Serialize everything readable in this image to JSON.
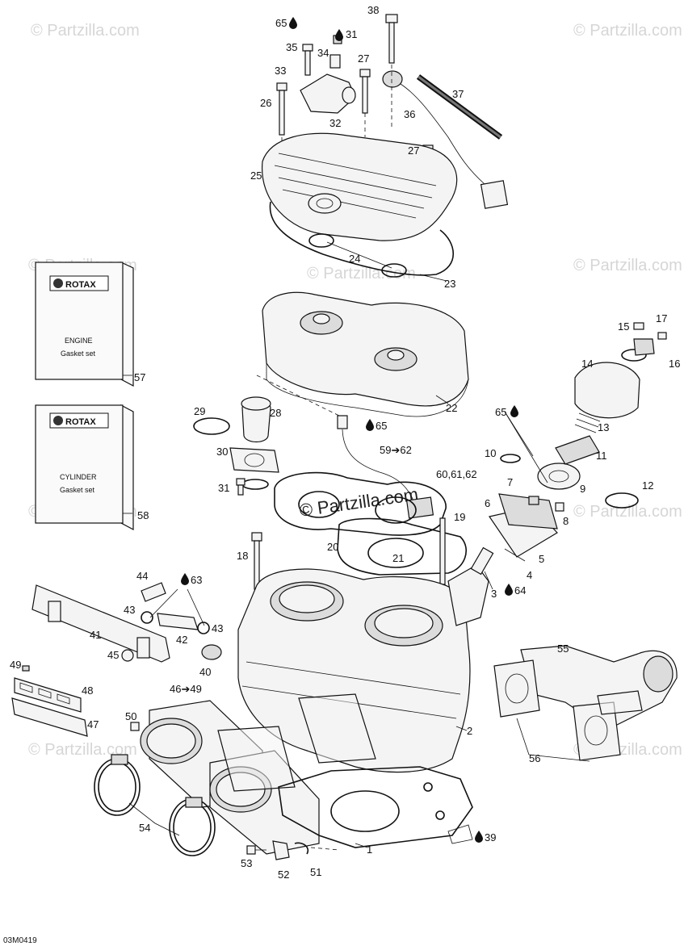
{
  "watermarks": {
    "small": "© Partzilla.com",
    "center": "© Partzilla.com"
  },
  "reference_code": "03M0419",
  "books": [
    {
      "brand": "ROTAX",
      "line1": "ENGINE",
      "line2": "Gasket set",
      "callout": "57"
    },
    {
      "brand": "ROTAX",
      "line1": "CYLINDER",
      "line2": "Gasket set",
      "callout": "58"
    }
  ],
  "callouts": [
    {
      "id": "c1",
      "text": "1"
    },
    {
      "id": "c2",
      "text": "2"
    },
    {
      "id": "c3",
      "text": "3"
    },
    {
      "id": "c4",
      "text": "4"
    },
    {
      "id": "c5",
      "text": "5"
    },
    {
      "id": "c6",
      "text": "6"
    },
    {
      "id": "c7",
      "text": "7"
    },
    {
      "id": "c8",
      "text": "8"
    },
    {
      "id": "c9",
      "text": "9"
    },
    {
      "id": "c10",
      "text": "10"
    },
    {
      "id": "c11",
      "text": "11"
    },
    {
      "id": "c12",
      "text": "12"
    },
    {
      "id": "c13",
      "text": "13"
    },
    {
      "id": "c14",
      "text": "14"
    },
    {
      "id": "c15",
      "text": "15"
    },
    {
      "id": "c16",
      "text": "16"
    },
    {
      "id": "c17",
      "text": "17"
    },
    {
      "id": "c18",
      "text": "18"
    },
    {
      "id": "c19",
      "text": "19"
    },
    {
      "id": "c20",
      "text": "20"
    },
    {
      "id": "c21",
      "text": "21"
    },
    {
      "id": "c22",
      "text": "22"
    },
    {
      "id": "c23",
      "text": "23"
    },
    {
      "id": "c24",
      "text": "24"
    },
    {
      "id": "c25",
      "text": "25"
    },
    {
      "id": "c26",
      "text": "26"
    },
    {
      "id": "c27a",
      "text": "27"
    },
    {
      "id": "c27b",
      "text": "27"
    },
    {
      "id": "c28",
      "text": "28"
    },
    {
      "id": "c29",
      "text": "29"
    },
    {
      "id": "c30",
      "text": "30"
    },
    {
      "id": "c31a",
      "text": "31"
    },
    {
      "id": "c31b",
      "text": "31"
    },
    {
      "id": "c32",
      "text": "32"
    },
    {
      "id": "c33",
      "text": "33"
    },
    {
      "id": "c34",
      "text": "34"
    },
    {
      "id": "c35",
      "text": "35"
    },
    {
      "id": "c36",
      "text": "36"
    },
    {
      "id": "c37",
      "text": "37"
    },
    {
      "id": "c38",
      "text": "38"
    },
    {
      "id": "c39",
      "text": "39"
    },
    {
      "id": "c40",
      "text": "40"
    },
    {
      "id": "c41",
      "text": "41"
    },
    {
      "id": "c42",
      "text": "42"
    },
    {
      "id": "c43a",
      "text": "43"
    },
    {
      "id": "c43b",
      "text": "43"
    },
    {
      "id": "c44",
      "text": "44"
    },
    {
      "id": "c45",
      "text": "45"
    },
    {
      "id": "c46",
      "text": "46➔49"
    },
    {
      "id": "c47",
      "text": "47"
    },
    {
      "id": "c48",
      "text": "48"
    },
    {
      "id": "c49",
      "text": "49"
    },
    {
      "id": "c50",
      "text": "50"
    },
    {
      "id": "c51",
      "text": "51"
    },
    {
      "id": "c52",
      "text": "52"
    },
    {
      "id": "c53",
      "text": "53"
    },
    {
      "id": "c54",
      "text": "54"
    },
    {
      "id": "c55",
      "text": "55"
    },
    {
      "id": "c56",
      "text": "56"
    },
    {
      "id": "c59",
      "text": "59➔62"
    },
    {
      "id": "c60",
      "text": "60,61,62"
    },
    {
      "id": "c63",
      "text": "63"
    },
    {
      "id": "c64",
      "text": "64"
    },
    {
      "id": "c65a",
      "text": "65"
    },
    {
      "id": "c65b",
      "text": "65"
    },
    {
      "id": "c65c",
      "text": "65"
    }
  ]
}
